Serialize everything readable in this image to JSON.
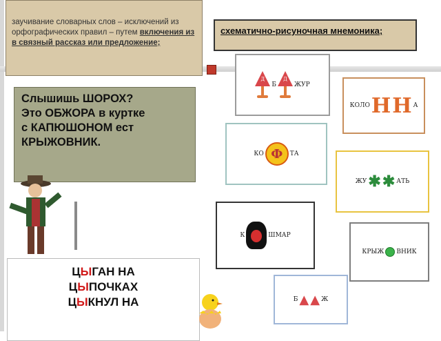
{
  "intro": {
    "text": "заучивание словарных слов – исключений из орфографических правил – путем ",
    "bold": "включения из в связный рассказ или предложение;"
  },
  "mnemo": {
    "title": "схематично-рисуночная мнемоника;"
  },
  "story": {
    "lines": [
      "Слышишь ШОРОХ?",
      "Это ОБЖОРА в куртке",
      "с КАПЮШОНОМ  ест",
      "КРЫЖОВНИК."
    ]
  },
  "cards": {
    "c1": {
      "pre": "",
      "mid": "Б",
      "post": "ЖУР",
      "lamp_letter": "Д"
    },
    "c2": {
      "pre": "КОЛО",
      "mid": "Н",
      "post": "А"
    },
    "c3": {
      "pre": "КО",
      "mid": "Ф",
      "post": "ТА"
    },
    "c4": {
      "pre": "ЖУ",
      "mid": "",
      "post": "АТЬ"
    },
    "c5": {
      "pre": "К",
      "mid": "",
      "post": "ШМАР"
    },
    "c6": {
      "pre": "КРЫЖ",
      "mid": "",
      "post": "ВНИК"
    },
    "c7": {
      "pre": "Б",
      "mid": "",
      "post": "Ж"
    }
  },
  "cygan": {
    "l1a": "Ц",
    "l1b": "Ы",
    "l1c": "ГАН НА",
    "l2a": "Ц",
    "l2b": "Ы",
    "l2c": "ПОЧКАХ",
    "l3a": "Ц",
    "l3b": "Ы",
    "l3c": "КНУЛ    НА"
  }
}
